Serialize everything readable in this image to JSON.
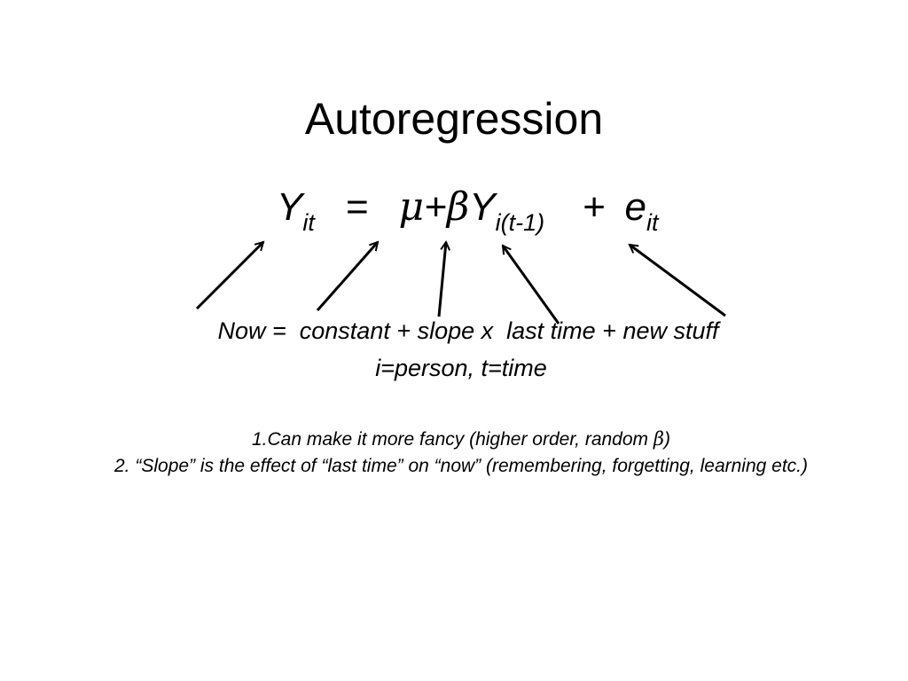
{
  "slide": {
    "title": "Autoregression",
    "equation": {
      "y": "Y",
      "y_sub": "it",
      "equals": "=",
      "mu": "μ",
      "plus1": "+",
      "beta": "β",
      "y2": "Y",
      "y2_sub": "i(t-1)",
      "plus2": "+",
      "e": "e",
      "e_sub": "it"
    },
    "explanation": "Now =  constant + slope x  last time + new stuff",
    "index_note": "i=person, t=time",
    "notes": {
      "item1_text": "1.Can make it more fancy (higher order, random ",
      "item1_beta": "β",
      "item1_close": ")",
      "item2": "2. “Slope” is the effect of “last time” on “now” (remembering, forgetting, learning etc.)"
    }
  }
}
